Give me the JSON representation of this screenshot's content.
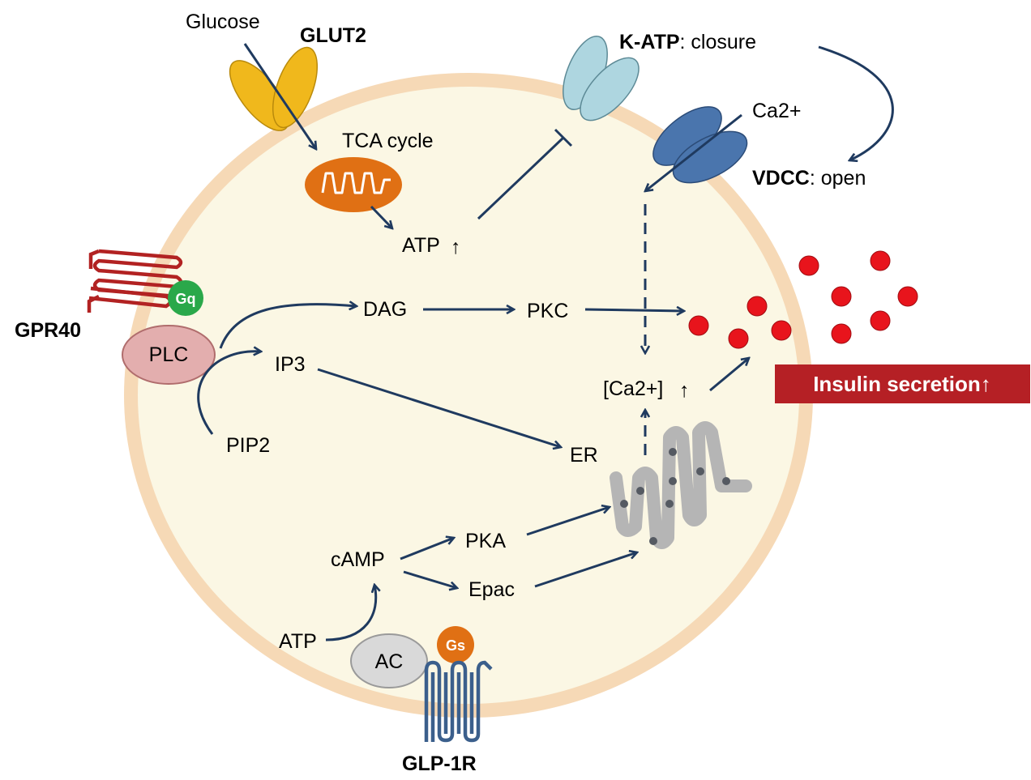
{
  "labels": {
    "glucose": "Glucose",
    "glut2": "GLUT2",
    "tca_cycle": "TCA cycle",
    "atp_up": "ATP",
    "katp_name": "K-ATP",
    "katp_state": ": closure",
    "ca2_plus": "Ca2+",
    "vdcc_name": "VDCC",
    "vdcc_state": ": open",
    "gpr40": "GPR40",
    "gq": "Gq",
    "plc": "PLC",
    "dag": "DAG",
    "pkc": "PKC",
    "ip3": "IP3",
    "pip2": "PIP2",
    "er": "ER",
    "ca_conc": "[Ca2+]",
    "insulin_secretion": "Insulin secretion↑",
    "camp": "cAMP",
    "pka": "PKA",
    "epac": "Epac",
    "atp": "ATP",
    "ac": "AC",
    "gs": "Gs",
    "glp1r": "GLP-1R"
  },
  "colors": {
    "cell_membrane": "#f6d9b6",
    "cell_cytoplasm": "#fbf7e4",
    "arrow": "#1f3a5f",
    "glut2": "#f0b81c",
    "mitochondria": "#e07014",
    "katp": "#aed6e0",
    "vdcc": "#4a75ad",
    "gpr40": "#b22222",
    "gq": "#2aa84a",
    "plc": "#e3aeae",
    "ac": "#d9d9d9",
    "gs": "#e07014",
    "glp1r": "#3b5f8c",
    "er": "#b5b5b5",
    "insulin_granule": "#e8141c",
    "insulin_banner": "#b52025"
  }
}
